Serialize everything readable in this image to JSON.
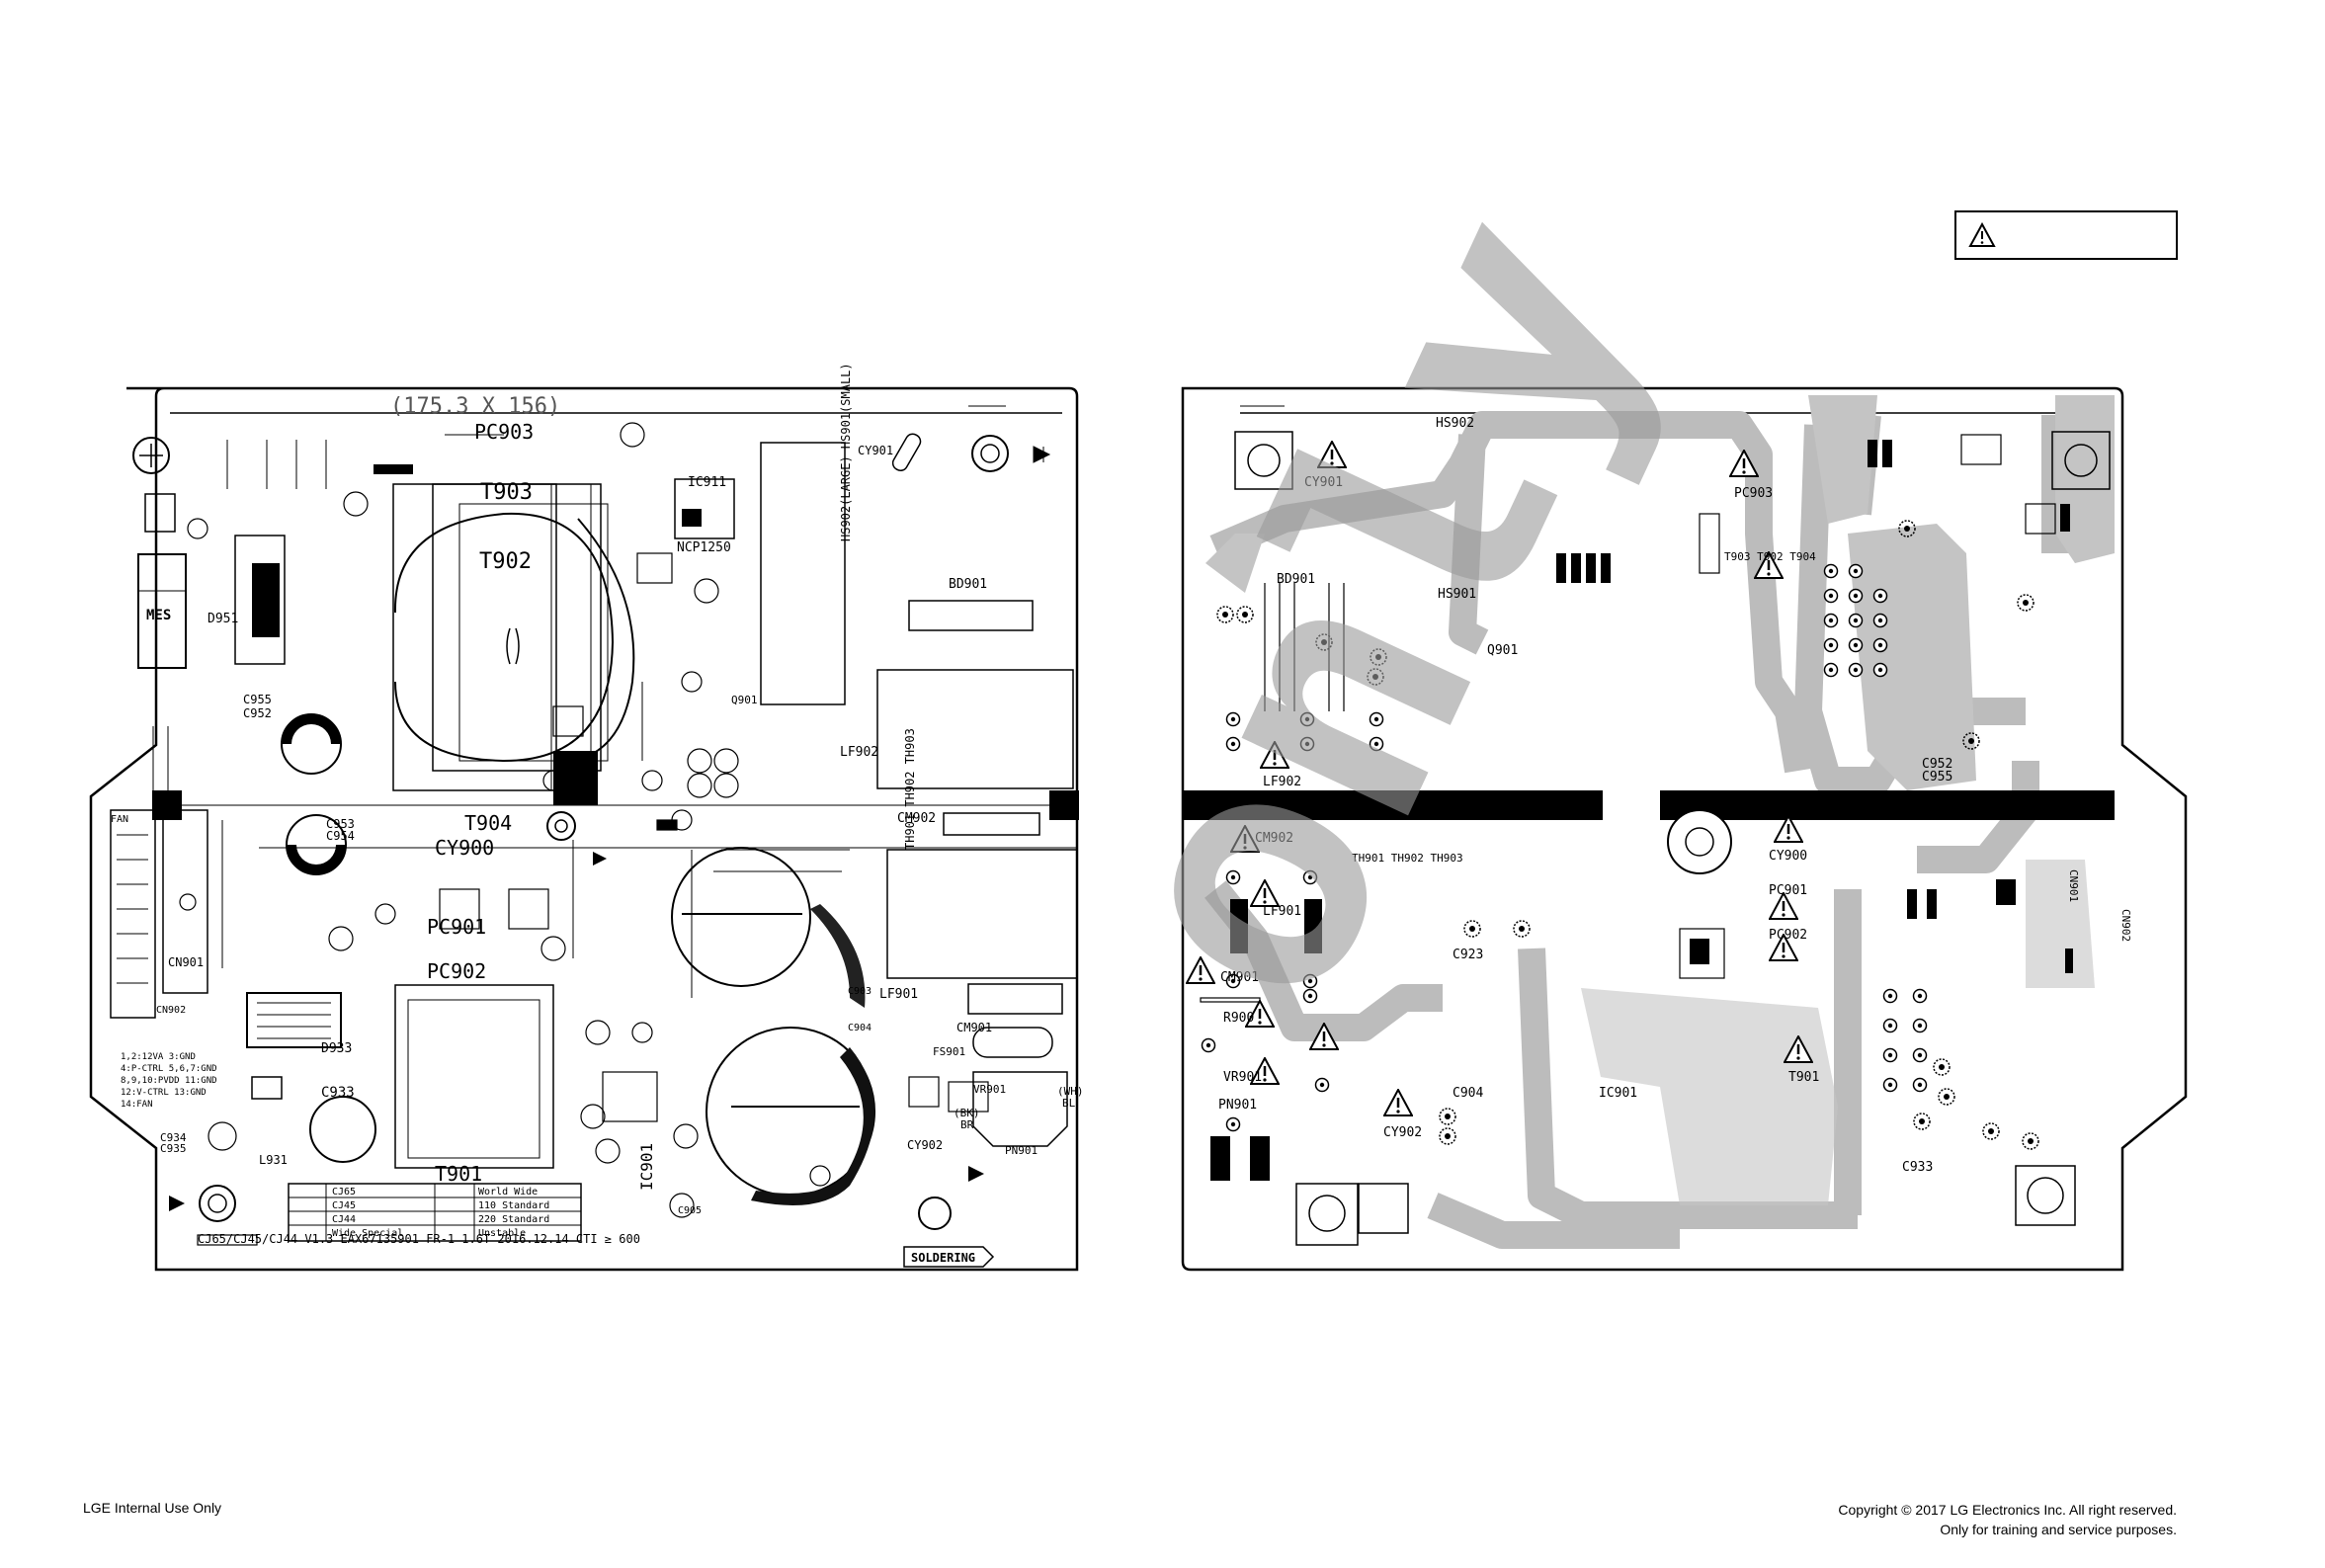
{
  "warning_box": {
    "icon": "warning-triangle-icon"
  },
  "top_board": {
    "dimension": "(175.3 X 156)",
    "footer": "CJ65/CJ45/CJ44  V1.3  EAX67135901  FR-1  1.6T  2016.12.14  CTI ≥ 600",
    "soldering": "SOLDERING",
    "model_table": [
      [
        "CJ65",
        "World Wide"
      ],
      [
        "CJ45",
        "110 Standard"
      ],
      [
        "CJ44",
        "220 Standard"
      ],
      [
        "Wide Special",
        "Unstable"
      ]
    ],
    "labels": {
      "pc903": "PC903",
      "t903": "T903",
      "t902": "T902",
      "t904": "T904",
      "t901": "T901",
      "cy900": "CY900",
      "cy901": "CY901",
      "cy902": "CY902",
      "pc901": "PC901",
      "pc902": "PC902",
      "ic911": "IC911",
      "ncp": "NCP1250",
      "bd901": "BD901",
      "lf902": "LF902",
      "lf901": "LF901",
      "cm902": "CM902",
      "cm901": "CM901",
      "th": "TH901 TH902 TH903",
      "hs": "HS902(LARGE) HS901(SMALL)",
      "d951": "D951",
      "mes": "MES",
      "c955": "C955",
      "c952": "C952",
      "c953": "C953",
      "c954": "C954",
      "cn901": "CN901",
      "cn902": "CN902",
      "c933": "C933",
      "d933": "D933",
      "l931": "L931",
      "c934": "C934",
      "c935": "C935",
      "c903": "C903",
      "c904": "C904",
      "c905": "C905",
      "ic901": "IC901",
      "q901": "Q901",
      "pn901": "PN901",
      "vr901": "VR901",
      "fs901": "FS901",
      "fan": "FAN",
      "pin_notes": "1,2:12VA  3:GND\n4:P-CTRL  5,6,7:GND\n8,9,10:PVDD  11:GND\n12:V-CTRL  13:GND\n14:FAN"
    }
  },
  "bottom_board": {
    "labels": {
      "hs902": "HS902",
      "hs901": "HS901",
      "pc903": "PC903",
      "t903": "T903 T902 T904",
      "bd901": "BD901",
      "lf902": "LF902",
      "lf901": "LF901",
      "cm902": "CM902",
      "cm901": "CM901",
      "r900": "R900",
      "vr901": "VR901",
      "pn901": "PN901",
      "th": "TH901 TH902 TH903",
      "c923": "C923",
      "c904": "C904",
      "cy900": "CY900",
      "cy901": "CY901",
      "cy902": "CY902",
      "pc901": "PC901",
      "pc902": "PC902",
      "t901": "T901",
      "ic901": "IC901",
      "c933": "C933",
      "c952": "C952",
      "c955": "C955",
      "q901": "Q901",
      "cn902": "CN902",
      "cn901": "CN901"
    }
  },
  "watermark": "only",
  "footer_left": "LGE Internal Use Only",
  "footer_right_line1": "Copyright © 2017 LG Electronics Inc. All right reserved.",
  "footer_right_line2": "Only for training and service purposes."
}
